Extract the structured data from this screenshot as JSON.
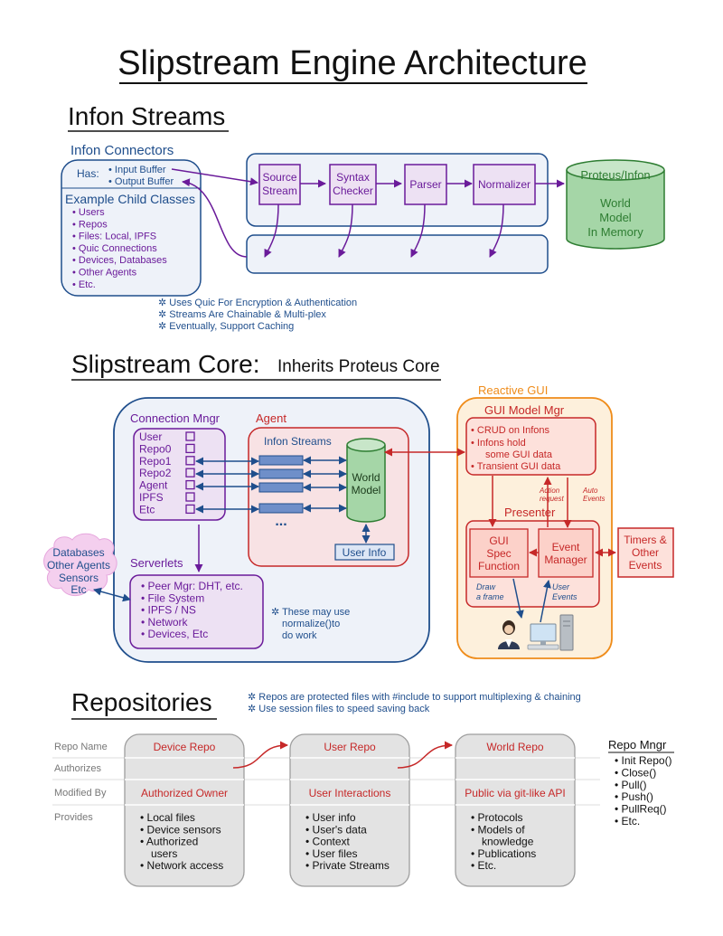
{
  "title": "Slipstream Engine Architecture",
  "colors": {
    "blue": "#1f4e8c",
    "purple": "#6a1b9a",
    "green": "#2e7d32",
    "green_fill": "#a5d6a7",
    "red": "#c62828",
    "orange": "#ef8c1a",
    "gray": "#9e9e9e"
  },
  "infon_streams": {
    "heading": "Infon Streams",
    "connectors": {
      "heading": "Infon Connectors",
      "has_label": "Has:",
      "buffers": [
        "• Input Buffer",
        "• Output Buffer"
      ],
      "child_heading": "Example Child Classes",
      "children": [
        "• Users",
        "• Repos",
        "• Files: Local, IPFS",
        "• Quic Connections",
        "• Devices, Databases",
        "• Other Agents",
        "• Etc."
      ]
    },
    "pipeline": [
      {
        "line1": "Source",
        "line2": "Stream"
      },
      {
        "line1": "Syntax",
        "line2": "Checker"
      },
      {
        "line1": "Parser",
        "line2": ""
      },
      {
        "line1": "Normalizer",
        "line2": ""
      }
    ],
    "proteus": {
      "label": "Proteus/Infon",
      "lines": [
        "World",
        "Model",
        "In Memory"
      ]
    },
    "notes": [
      "Uses Quic For Encryption & Authentication",
      "Streams Are Chainable & Multi-plex",
      "Eventually, Support Caching"
    ]
  },
  "core": {
    "heading": "Slipstream Core:",
    "subheading": "Inherits Proteus Core",
    "connection_mngr": {
      "label": "Connection Mngr",
      "items": [
        "User",
        "Repo0",
        "Repo1",
        "Repo2",
        "Agent",
        "IPFS",
        "Etc"
      ]
    },
    "agent": {
      "label": "Agent",
      "streams_label": "Infon Streams",
      "ellipsis": "...",
      "world_model": [
        "World",
        "Model"
      ],
      "user_info": "User Info"
    },
    "serverlets": {
      "label": "Serverlets",
      "items": [
        "• Peer Mgr: DHT, etc.",
        "• File System",
        "• IPFS / NS",
        "• Network",
        "• Devices, Etc"
      ]
    },
    "normalize_note": [
      "These may use",
      "normalize()to",
      "do work"
    ],
    "external_cloud": [
      "Databases",
      "Other Agents",
      "Sensors",
      "Etc"
    ]
  },
  "reactive_gui": {
    "label": "Reactive GUI",
    "model_mgr": {
      "label": "GUI Model Mgr",
      "items": [
        "• CRUD on Infons",
        "• Infons hold",
        "some GUI data",
        "• Transient GUI data"
      ]
    },
    "action_request": [
      "Action",
      "request"
    ],
    "auto_events": [
      "Auto",
      "Events"
    ],
    "presenter": {
      "label": "Presenter",
      "spec": [
        "GUI",
        "Spec",
        "Function"
      ],
      "event_mgr": [
        "Event",
        "Manager"
      ],
      "draw_frame": [
        "Draw",
        "a frame"
      ],
      "user_events": [
        "User",
        "Events"
      ]
    },
    "timers": [
      "Timers &",
      "Other",
      "Events"
    ]
  },
  "repositories": {
    "heading": "Repositories",
    "notes": [
      "Repos are protected files with #include to support multiplexing & chaining",
      "Use session files to speed saving back"
    ],
    "row_labels": [
      "Repo Name",
      "Authorizes",
      "Modified By",
      "Provides"
    ],
    "repos": [
      {
        "name": "Device Repo",
        "modified_by": "Authorized Owner",
        "provides": [
          "• Local files",
          "• Device sensors",
          "• Authorized",
          "users",
          "• Network access"
        ]
      },
      {
        "name": "User Repo",
        "modified_by": "User Interactions",
        "provides": [
          "• User info",
          "• User's data",
          "• Context",
          "• User files",
          "• Private Streams"
        ]
      },
      {
        "name": "World Repo",
        "modified_by": "Public via git-like API",
        "provides": [
          "• Protocols",
          "• Models of",
          "knowledge",
          "• Publications",
          "• Etc."
        ]
      }
    ],
    "repo_mngr": {
      "label": "Repo Mngr",
      "items": [
        "• Init Repo()",
        "• Close()",
        "• Pull()",
        "• Push()",
        "• PullReq()",
        "• Etc."
      ]
    }
  }
}
